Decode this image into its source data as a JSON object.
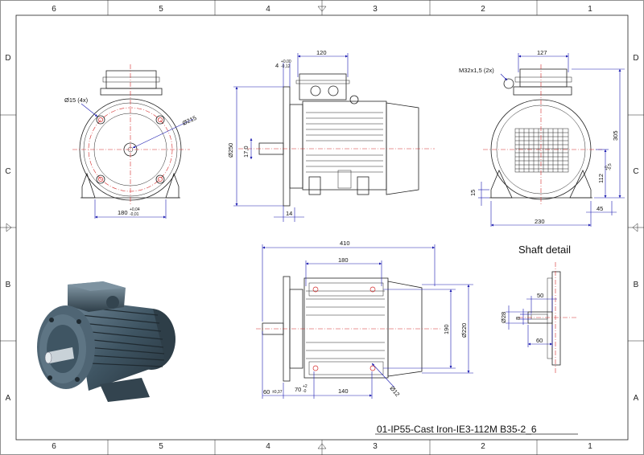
{
  "sheet": {
    "zones_top": [
      "6",
      "5",
      "4",
      "3",
      "2",
      "1"
    ],
    "zones_bottom": [
      "6",
      "5",
      "4",
      "3",
      "2",
      "1"
    ],
    "zones_left": [
      "D",
      "C",
      "B",
      "A"
    ],
    "zones_right": [
      "D",
      "C",
      "B",
      "A"
    ],
    "title_block": "01-IP55-Cast Iron-IE3-112M B35-2_6"
  },
  "front_view": {
    "hole_label": "Ø15 (4x)",
    "pcd_label": "Ø215",
    "width_label": "180",
    "width_tol_upper": "+0,04",
    "width_tol_lower": "-0,01"
  },
  "side_view": {
    "top_width": "120",
    "spigot": "4",
    "spigot_tol_upper": "+0,00",
    "spigot_tol_lower": "-0,12",
    "flange_dia": "Ø250",
    "shaft_height": "17,0",
    "flange_thickness": "14"
  },
  "rear_view": {
    "gland_label": "M32x1,5 (2x)",
    "top_width": "127",
    "overall_height": "305",
    "axis_height": "112",
    "axis_tol_upper": "+0",
    "axis_tol_lower": "-0,5",
    "foot_height": "15",
    "foot_offset": "45",
    "foot_width": "230"
  },
  "bottom_view": {
    "overall_length": "410",
    "hole_spacing": "180",
    "foot_spacing": "190",
    "flange_dia": "Ø220",
    "hole_dia": "Ø12",
    "end_offset": "70",
    "end_tol_upper": "+2",
    "end_tol_lower": "-0",
    "foot_length": "140",
    "shaft_length": "60",
    "shaft_tol": "±0,37"
  },
  "shaft_detail": {
    "title": "Shaft detail",
    "shaft_dia": "Ø28",
    "key_width": "8",
    "key_length": "50",
    "shaft_len": "60"
  },
  "colors": {
    "dimension": "#1a1ab0",
    "centerline": "#d42a2a",
    "motor_body": "#3f5563"
  }
}
